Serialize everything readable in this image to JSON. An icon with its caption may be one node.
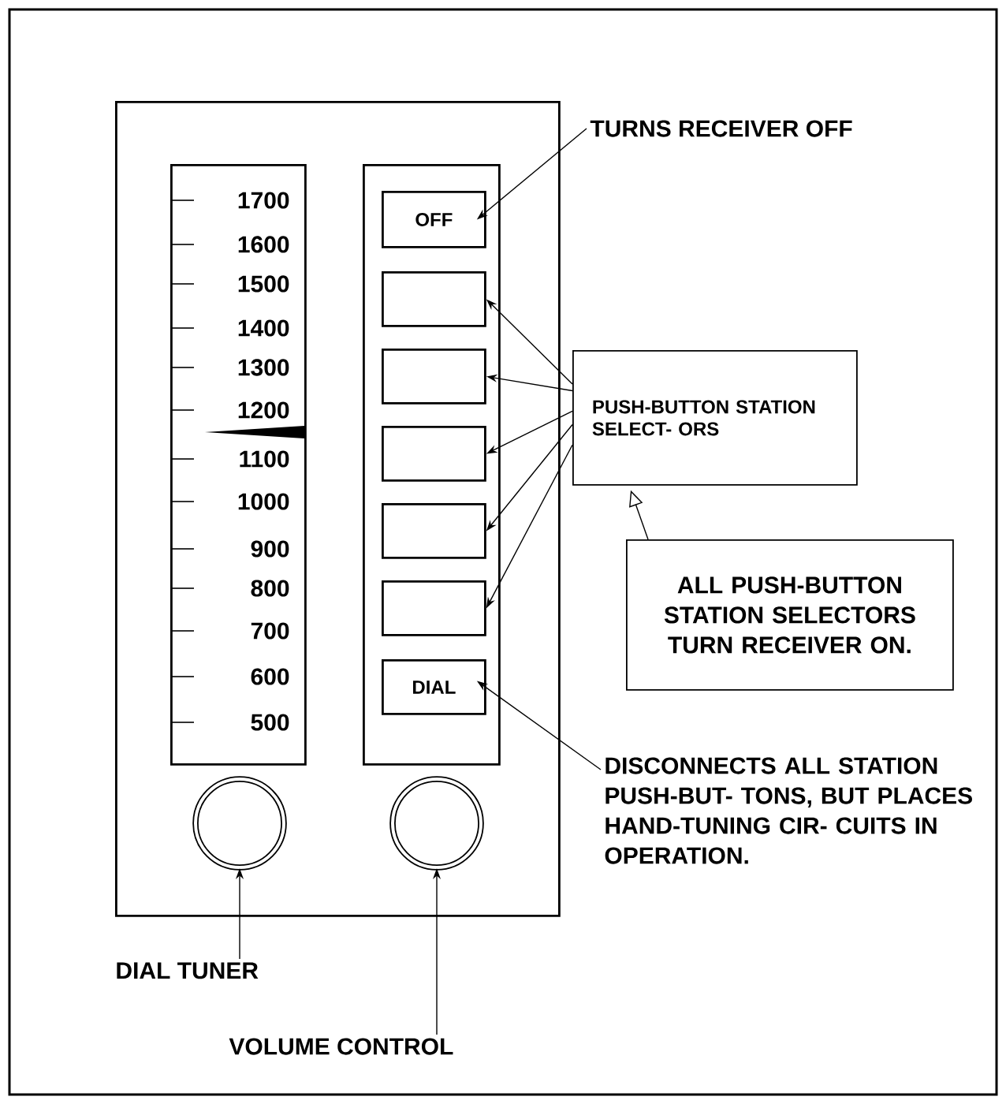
{
  "diagram": {
    "nodes": [
      {
        "text": [],
        "shape": "box"
      },
      {
        "text": [],
        "shape": "box",
        "in": 0
      },
      {
        "text": [],
        "shape": "box",
        "in": 0
      },
      {
        "text": [
          "OFF"
        ],
        "in": 2
      },
      {
        "text": [],
        "shape": "box",
        "in": 2
      },
      {
        "text": [],
        "shape": "box",
        "in": 2
      },
      {
        "text": [],
        "shape": "box",
        "in": 2
      },
      {
        "text": [],
        "shape": "box",
        "in": 2
      },
      {
        "text": [],
        "shape": "box",
        "in": 2
      },
      {
        "text": [
          "DIAL"
        ],
        "in": 2
      },
      {
        "text": [],
        "shape": "circle",
        "in": 0
      },
      {
        "text": [],
        "shape": "circle",
        "in": 0
      },
      {
        "text": [
          "TURNS RECEIVER OFF"
        ]
      },
      {
        "text": [
          "PUSH-BUTTON STATION SELECT- ORS"
        ]
      },
      {
        "text": [
          "ALL PUSH-BUTTON STATION SELECTORS TURN RECEIVER ON."
        ]
      },
      {
        "text": [
          "DISCONNECTS ALL STATION PUSH-BUT- TONS, BUT PLACES HAND-TUNING CIR- CUITS IN OPERATION."
        ]
      },
      {
        "text": [
          "DIAL TUNER"
        ]
      },
      {
        "text": [
          "VOLUME CONTROL"
        ]
      }
    ],
    "edges": [
      {
        "from": 12,
        "to": 3,
        "arrow": "to"
      },
      {
        "from": 13,
        "to": 4,
        "arrow": "to"
      },
      {
        "from": 13,
        "to": 5,
        "arrow": "to"
      },
      {
        "from": 13,
        "to": 6,
        "arrow": "to"
      },
      {
        "from": 13,
        "to": 7,
        "arrow": "to"
      },
      {
        "from": 13,
        "to": 8,
        "arrow": "to"
      },
      {
        "from": 14,
        "to": 13,
        "arrow": "to"
      },
      {
        "from": 15,
        "to": 9,
        "arrow": "to"
      },
      {
        "from": 16,
        "to": 10,
        "arrow": "to"
      },
      {
        "from": 17,
        "to": 11,
        "arrow": "to"
      }
    ],
    "labels": [
      "1700",
      "1600",
      "1500",
      "1400",
      "1300",
      "1200",
      "1100",
      "1000",
      "900",
      "800",
      "700",
      "600",
      "500"
    ]
  }
}
